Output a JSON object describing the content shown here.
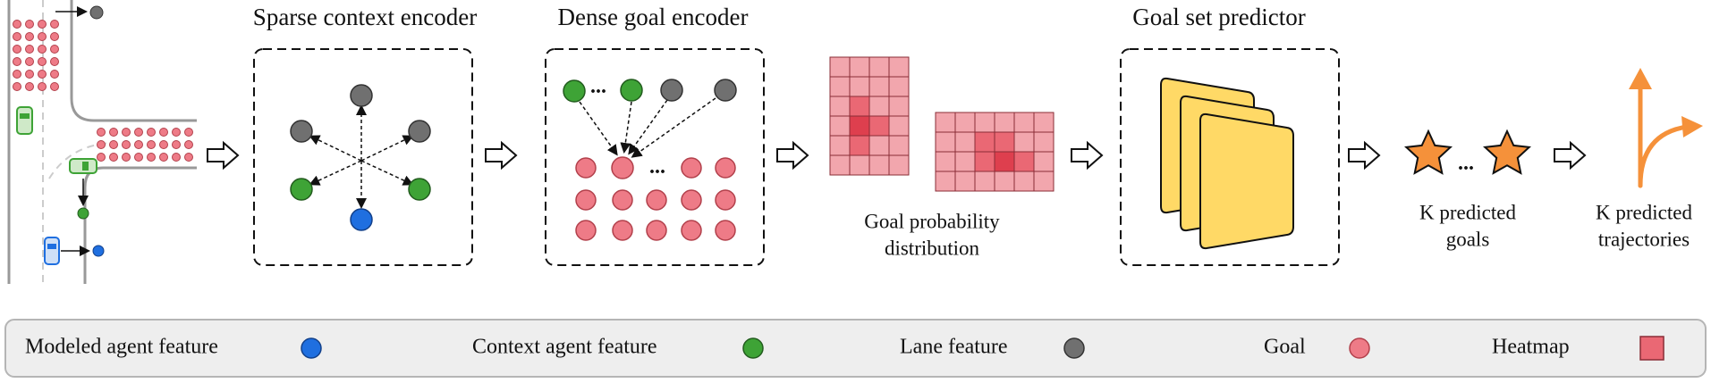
{
  "stages": {
    "sparse_encoder_title": "Sparse context encoder",
    "dense_encoder_title": "Dense goal encoder",
    "goal_set_title": "Goal set predictor"
  },
  "captions": {
    "goal_prob_line1": "Goal probability",
    "goal_prob_line2": "distribution",
    "k_goals_line1": "K predicted",
    "k_goals_line2": "goals",
    "k_traj_line1": "K predicted",
    "k_traj_line2": "trajectories"
  },
  "ellipsis": {
    "dense": "...",
    "stars": "..."
  },
  "legend": {
    "modeled_agent": "Modeled agent feature",
    "context_agent": "Context agent feature",
    "lane": "Lane feature",
    "goal": "Goal",
    "heatmap": "Heatmap"
  },
  "colors": {
    "modeled_agent": "#1f6fe0",
    "context_agent": "#3ea336",
    "lane": "#707070",
    "goal": "#ee7b87",
    "heatmap_light": "#f2a6ad",
    "heatmap_mid": "#ea6874",
    "heatmap_dark": "#de3f4e",
    "predictor_card": "#ffd966",
    "star": "#f5913a",
    "trajectory": "#f5913a",
    "legend_bg": "#eeeeee"
  },
  "icons": {
    "modeled_agent": "blue-circle",
    "context_agent": "green-circle",
    "lane": "gray-circle",
    "goal": "pink-circle",
    "heatmap": "pink-square",
    "goal_star": "orange-star",
    "stage_arrow": "hollow-arrow"
  }
}
